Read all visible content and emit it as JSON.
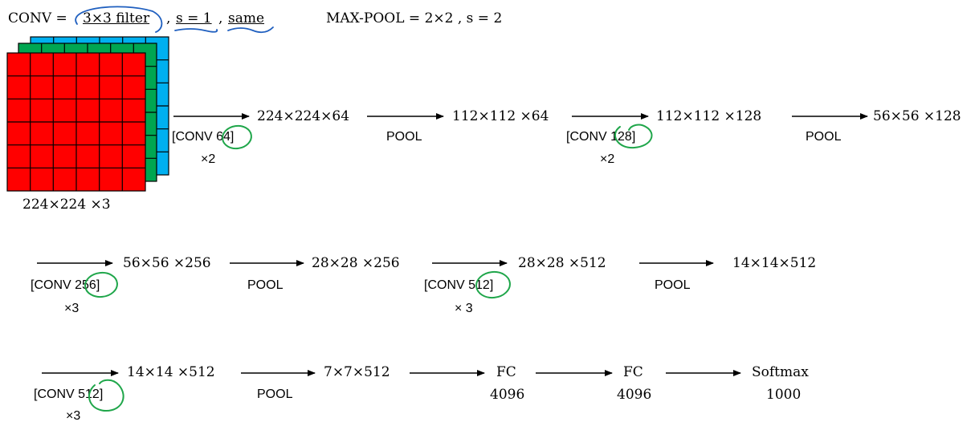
{
  "header": {
    "conv_prefix": "CONV = ",
    "conv_filter": "3×3 filter",
    "conv_comma1": ", ",
    "conv_stride": "s = 1",
    "conv_comma2": ", ",
    "conv_same": "same",
    "maxpool": "MAX-POOL = 2×2 , s = 2"
  },
  "input": {
    "label": "224×224 ×3",
    "colors": {
      "red": "#ff0000",
      "green": "#00a651",
      "blue": "#00b0f0"
    }
  },
  "row1": {
    "n1": "224×224×64",
    "n2": "112×112 ×64",
    "n3": "112×112 ×128",
    "n4": "56×56 ×128",
    "op1": "[CONV 64]",
    "op1_times": "×2",
    "op2": "POOL",
    "op3": "[CONV 128]",
    "op3_times": "×2",
    "op4": "POOL"
  },
  "row2": {
    "n1": "56×56 ×256",
    "n2": "28×28 ×256",
    "n3": "28×28 ×512",
    "n4": "14×14×512",
    "op1": "[CONV 256]",
    "op1_times": "×3",
    "op2": "POOL",
    "op3": "[CONV 512]",
    "op3_times": "× 3",
    "op4": "POOL"
  },
  "row3": {
    "n1": "14×14 ×512",
    "n2": "7×7×512",
    "n3": "FC",
    "n3_sub": "4096",
    "n4": "FC",
    "n4_sub": "4096",
    "n5": "Softmax",
    "n5_sub": "1000",
    "op1": "[CONV 512]",
    "op1_times": "×3",
    "op2": "POOL"
  },
  "annotation_colors": {
    "blue_ink": "#1f5fbf",
    "green_ink": "#1fa64a"
  }
}
